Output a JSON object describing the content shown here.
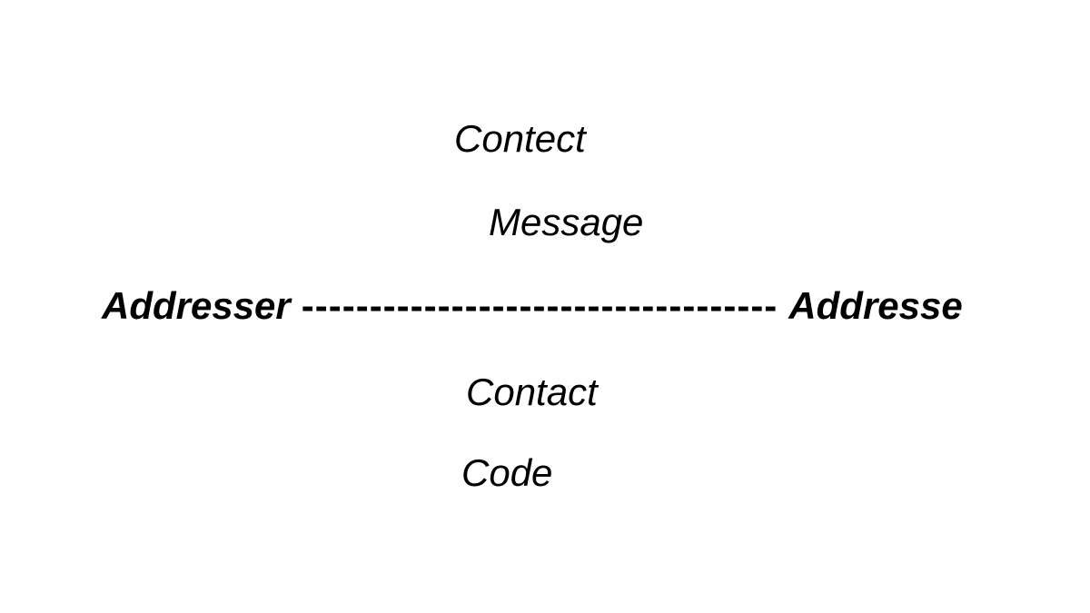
{
  "diagram": {
    "context_label": "Contect",
    "message_label": "Message",
    "addresser_label": "Addresser",
    "connector_dashes": "-----------------------------------",
    "addressee_label": "Addresse",
    "contact_label": "Contact",
    "code_label": "Code",
    "colors": {
      "background": "#ffffff",
      "text": "#000000"
    }
  }
}
